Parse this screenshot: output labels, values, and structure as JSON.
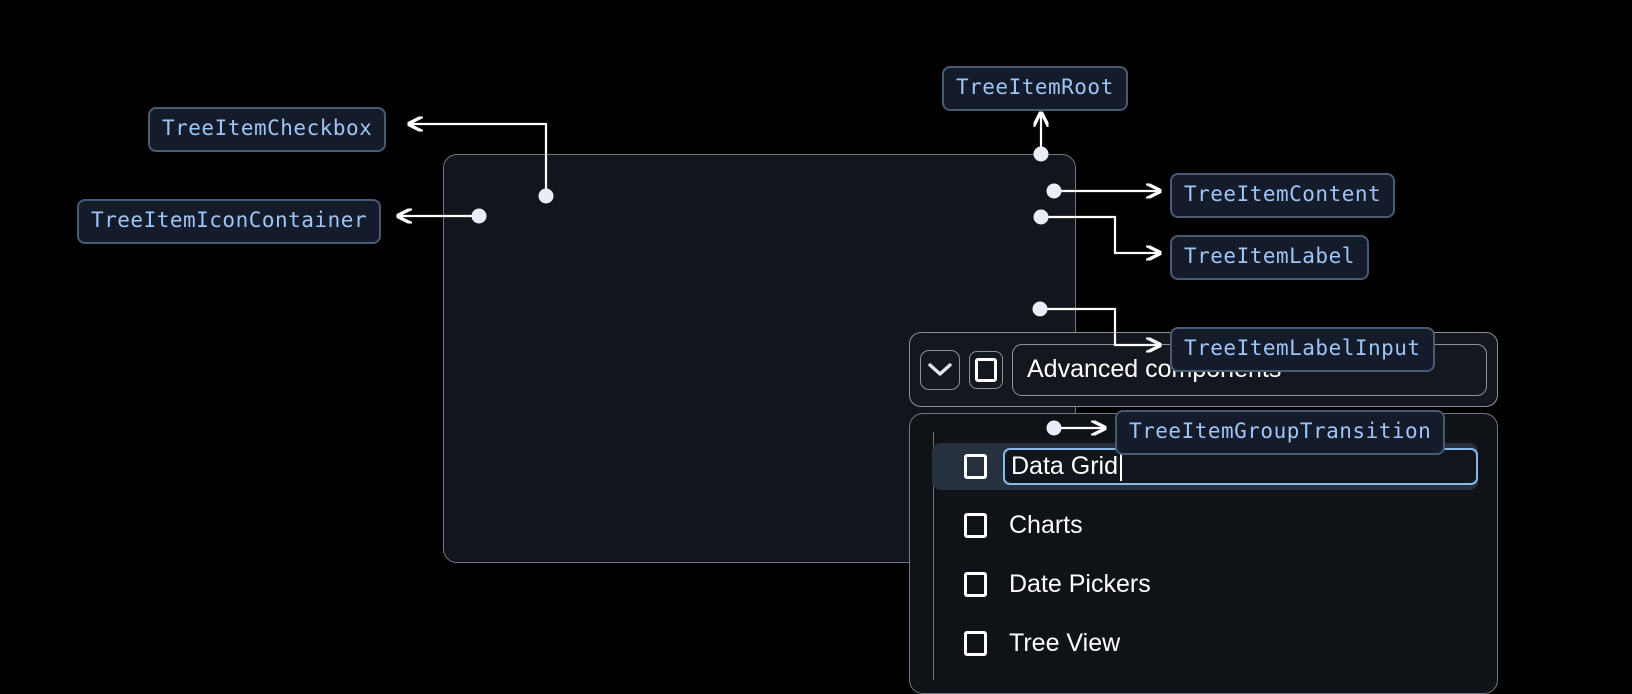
{
  "theme": {
    "background": "#000000",
    "chip_bg": "#141c2b",
    "chip_border": "#4a5a72",
    "chip_text": "#9ec5f5",
    "container_border": "#8a9199",
    "root_border": "#6f7781",
    "selected_row_bg": "#26313f",
    "input_focus_border": "#8ab9e8",
    "connector": "#ffffff",
    "text": "#ffffff"
  },
  "annotations": [
    {
      "id": "checkbox",
      "label": "TreeItemCheckbox"
    },
    {
      "id": "icon_container",
      "label": "TreeItemIconContainer"
    },
    {
      "id": "root",
      "label": "TreeItemRoot"
    },
    {
      "id": "content",
      "label": "TreeItemContent"
    },
    {
      "id": "label",
      "label": "TreeItemLabel"
    },
    {
      "id": "label_input",
      "label": "TreeItemLabelInput"
    },
    {
      "id": "group_transition",
      "label": "TreeItemGroupTransition"
    }
  ],
  "tree": {
    "root_item": {
      "label": "Advanced components",
      "expanded": true,
      "expand_icon": "chevron-down-icon",
      "checkbox_checked": false
    },
    "children": [
      {
        "label": "Data Grid",
        "editing": true,
        "selected": true,
        "checkbox_checked": false
      },
      {
        "label": "Charts",
        "editing": false,
        "selected": false,
        "checkbox_checked": false
      },
      {
        "label": "Date Pickers",
        "editing": false,
        "selected": false,
        "checkbox_checked": false
      },
      {
        "label": "Tree View",
        "editing": false,
        "selected": false,
        "checkbox_checked": false
      }
    ]
  }
}
